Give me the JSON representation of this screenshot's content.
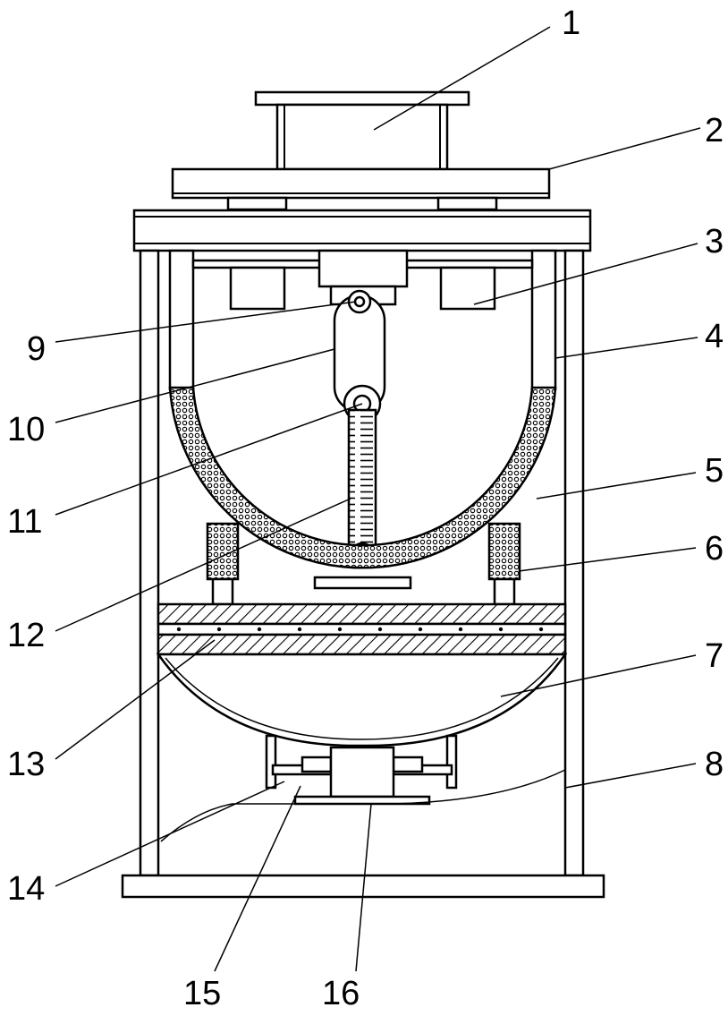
{
  "diagram": {
    "callouts": [
      {
        "id": "1",
        "text": "1"
      },
      {
        "id": "2",
        "text": "2"
      },
      {
        "id": "3",
        "text": "3"
      },
      {
        "id": "4",
        "text": "4"
      },
      {
        "id": "5",
        "text": "5"
      },
      {
        "id": "6",
        "text": "6"
      },
      {
        "id": "7",
        "text": "7"
      },
      {
        "id": "8",
        "text": "8"
      },
      {
        "id": "9",
        "text": "9"
      },
      {
        "id": "10",
        "text": "10"
      },
      {
        "id": "11",
        "text": "11"
      },
      {
        "id": "12",
        "text": "12"
      },
      {
        "id": "13",
        "text": "13"
      },
      {
        "id": "14",
        "text": "14"
      },
      {
        "id": "15",
        "text": "15"
      },
      {
        "id": "16",
        "text": "16"
      }
    ],
    "colors": {
      "stroke": "#000000",
      "background": "#ffffff"
    }
  }
}
